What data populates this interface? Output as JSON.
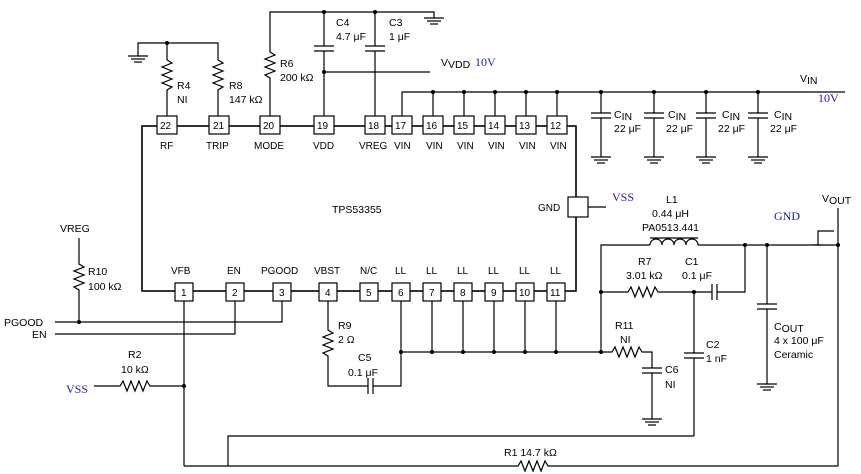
{
  "ic": {
    "name": "TPS53355",
    "gnd_label": "GND",
    "pins": [
      {
        "num": "22",
        "name": "RF"
      },
      {
        "num": "21",
        "name": "TRIP"
      },
      {
        "num": "20",
        "name": "MODE"
      },
      {
        "num": "19",
        "name": "VDD"
      },
      {
        "num": "18",
        "name": "VREG"
      },
      {
        "num": "17",
        "name": "VIN"
      },
      {
        "num": "16",
        "name": "VIN"
      },
      {
        "num": "15",
        "name": "VIN"
      },
      {
        "num": "14",
        "name": "VIN"
      },
      {
        "num": "13",
        "name": "VIN"
      },
      {
        "num": "12",
        "name": "VIN"
      },
      {
        "num": "1",
        "name": "VFB"
      },
      {
        "num": "2",
        "name": "EN"
      },
      {
        "num": "3",
        "name": "PGOOD"
      },
      {
        "num": "4",
        "name": "VBST"
      },
      {
        "num": "5",
        "name": "N/C"
      },
      {
        "num": "6",
        "name": "LL"
      },
      {
        "num": "7",
        "name": "LL"
      },
      {
        "num": "8",
        "name": "LL"
      },
      {
        "num": "9",
        "name": "LL"
      },
      {
        "num": "10",
        "name": "LL"
      },
      {
        "num": "11",
        "name": "LL"
      }
    ]
  },
  "components": {
    "R4": {
      "ref": "R4",
      "value": "NI"
    },
    "R8": {
      "ref": "R8",
      "value": "147 kΩ"
    },
    "R6": {
      "ref": "R6",
      "value": "200 kΩ"
    },
    "C4": {
      "ref": "C4",
      "value": "4.7 μF"
    },
    "C3": {
      "ref": "C3",
      "value": "1 μF"
    },
    "CIN": {
      "ref": "C",
      "sub": "IN",
      "value": "22 μF"
    },
    "R10": {
      "ref": "R10",
      "value": "100 kΩ"
    },
    "R2": {
      "ref": "R2",
      "value": "10 kΩ"
    },
    "R9": {
      "ref": "R9",
      "value": "2 Ω"
    },
    "C5": {
      "ref": "C5",
      "value": "0.1 μF"
    },
    "L1": {
      "ref": "L1",
      "value": "0.44 μH",
      "part": "PA0513.441"
    },
    "R7": {
      "ref": "R7",
      "value": "3.01 kΩ"
    },
    "C1": {
      "ref": "C1",
      "value": "0.1 μF"
    },
    "R11": {
      "ref": "R11",
      "value": "NI"
    },
    "C6": {
      "ref": "C6",
      "value": "NI"
    },
    "C2": {
      "ref": "C2",
      "value": "1 nF"
    },
    "COUT": {
      "ref": "C",
      "sub": "OUT",
      "value": "4 x 100 μF",
      "type": "Ceramic"
    },
    "R1": {
      "label": "R1 14.7  kΩ"
    }
  },
  "nets": {
    "vdd": {
      "label": "V",
      "sub": "VDD",
      "value": "10V"
    },
    "vin": {
      "label": "V",
      "sub": "IN",
      "value": "10V"
    },
    "vout": {
      "label": "V",
      "sub": "OUT",
      "gnd": "GND"
    },
    "vss_gnd_pin": "VSS",
    "vss_r2": "VSS",
    "vreg": "VREG",
    "pgood": "PGOOD",
    "en": "EN"
  },
  "colors": {
    "line": "#000000",
    "annotation": "#1a1aa6"
  }
}
